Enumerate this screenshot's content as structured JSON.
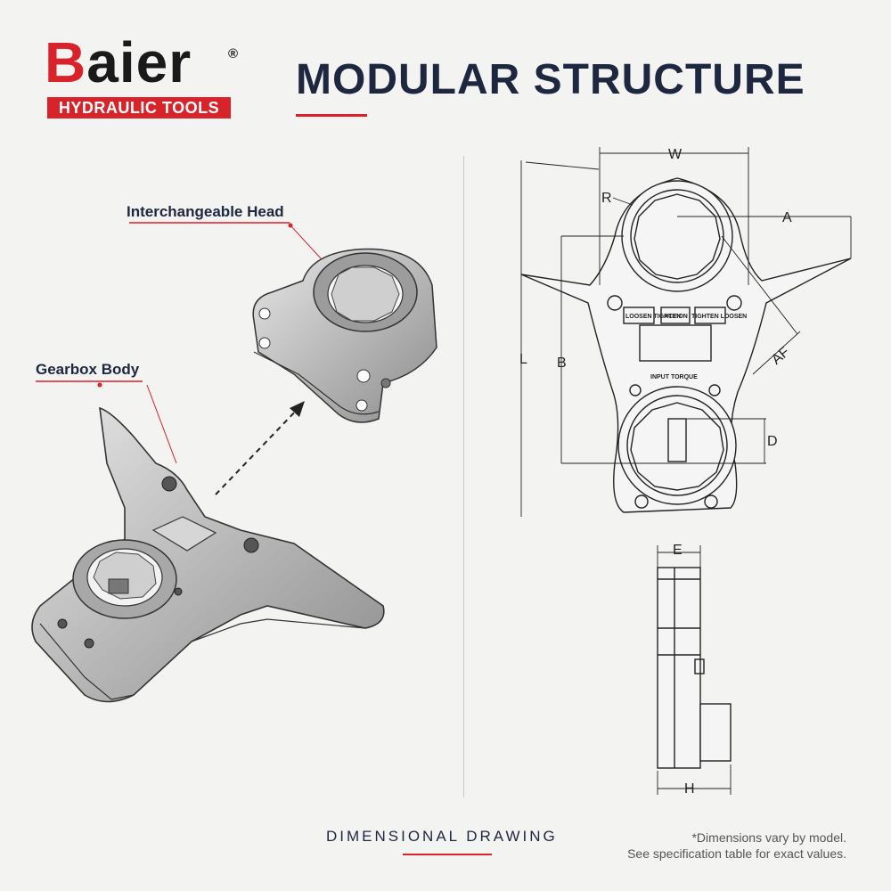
{
  "brand": {
    "name_rest": "aier",
    "name_first": "B",
    "registered": "®",
    "tagline": "HYDRAULIC TOOLS"
  },
  "header": {
    "title": "MODULAR STRUCTURE"
  },
  "callouts": {
    "head": "Interchangeable Head",
    "gearbox": "Gearbox Body"
  },
  "drawing": {
    "labels": {
      "W": "W",
      "R": "R",
      "A": "A",
      "L": "L",
      "B": "B",
      "AF": "AF",
      "D": "D",
      "E": "E",
      "H": "H"
    },
    "plate": {
      "loosen_tighten": "LOOSEN TIGHTEN",
      "action": "ACTION",
      "tighten_loosen": "TIGHTEN LOOSEN",
      "input_torque": "INPUT TORQUE"
    }
  },
  "footer": {
    "title": "DIMENSIONAL DRAWING",
    "note_line1": "*Dimensions vary by model.",
    "note_line2": "See specification table for exact values."
  },
  "colors": {
    "accent": "#d8232a",
    "navy": "#1d2740",
    "background": "#f3f3f2"
  }
}
